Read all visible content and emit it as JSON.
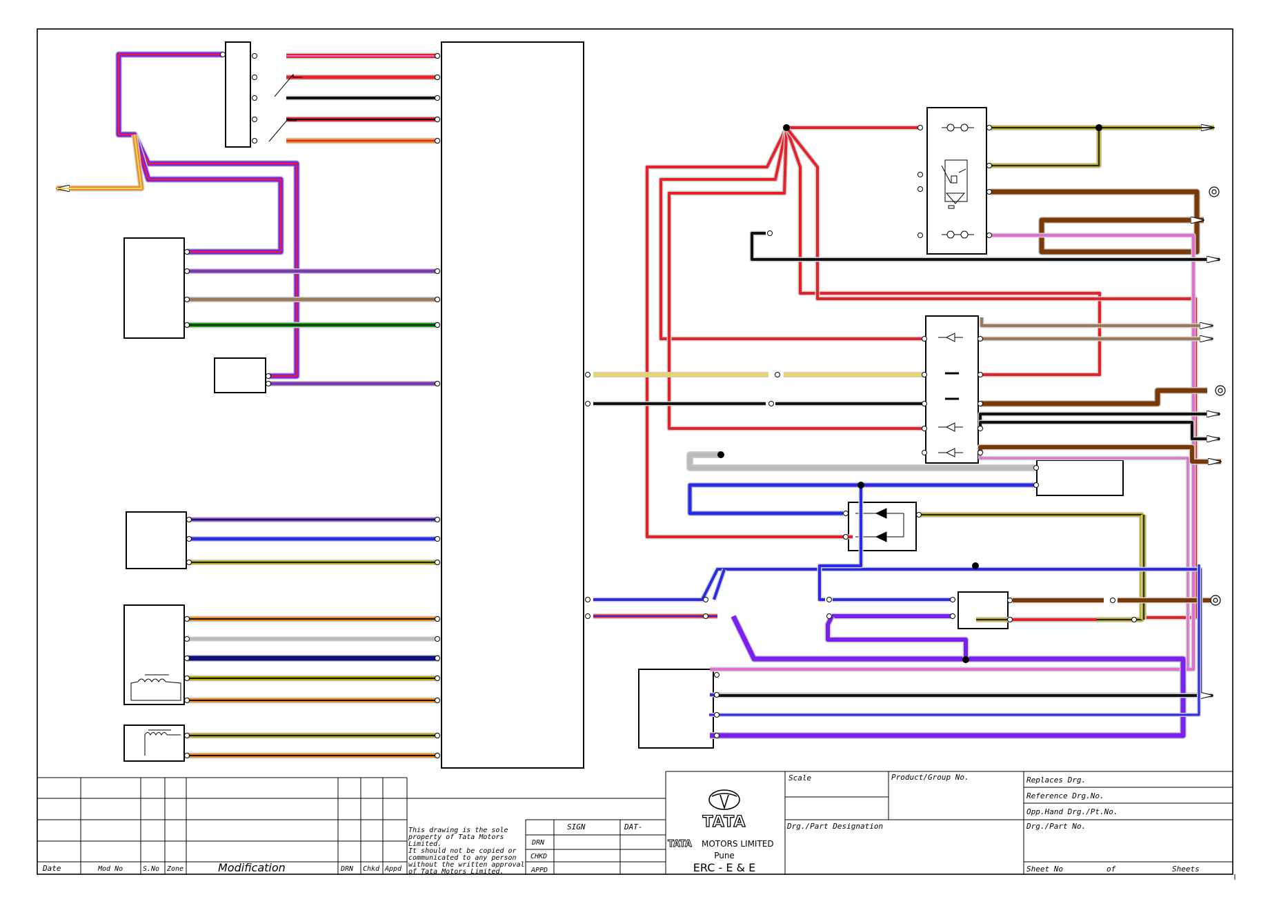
{
  "colors": {
    "red": "#e8202a",
    "blue": "#2a2ae8",
    "violet": "#7a20f0",
    "purple": "#7a3ab0",
    "yellow": "#e8d860",
    "olive": "#b8a800",
    "orange": "#f08a20",
    "brown": "#7a3a08",
    "green": "#10a010",
    "black": "#111111",
    "grey": "#bbbbbb",
    "pink": "#e070d0",
    "navy": "#10107a",
    "tan": "#9a7a5a"
  },
  "title_block": {
    "rev_headers": [
      "Date",
      "Mod No",
      "S.No",
      "Zone",
      "Modification",
      "DRN",
      "Chkd",
      "Appd"
    ],
    "copyright_lines": [
      "This drawing is the sole",
      "property of Tata Motors",
      "Limited.",
      "  It should not be copied or",
      "communicated to any person",
      "without the written approval",
      "of Tata Motors Limited."
    ],
    "sign_header": "SIGN",
    "date_header": "DAT-",
    "row_labels": [
      "DRN",
      "CHKD",
      "APPD"
    ],
    "logo_text": "TATA",
    "company_logo_text": "TATA",
    "company_name": "MOTORS LIMITED",
    "location": "Pune",
    "department": "ERC - E & E",
    "scale_label": "Scale",
    "product_group_label": "Product/Group No.",
    "part_designation_label": "Drg./Part Designation",
    "replaces_label": "Replaces Drg.",
    "reference_label": "Reference Drg.No.",
    "opp_hand_label": "Opp.Hand Drg./Pt.No.",
    "part_no_label": "Drg./Part No.",
    "sheet_no_label": "Sheet No",
    "of_label": "of",
    "sheets_label": "Sheets"
  }
}
